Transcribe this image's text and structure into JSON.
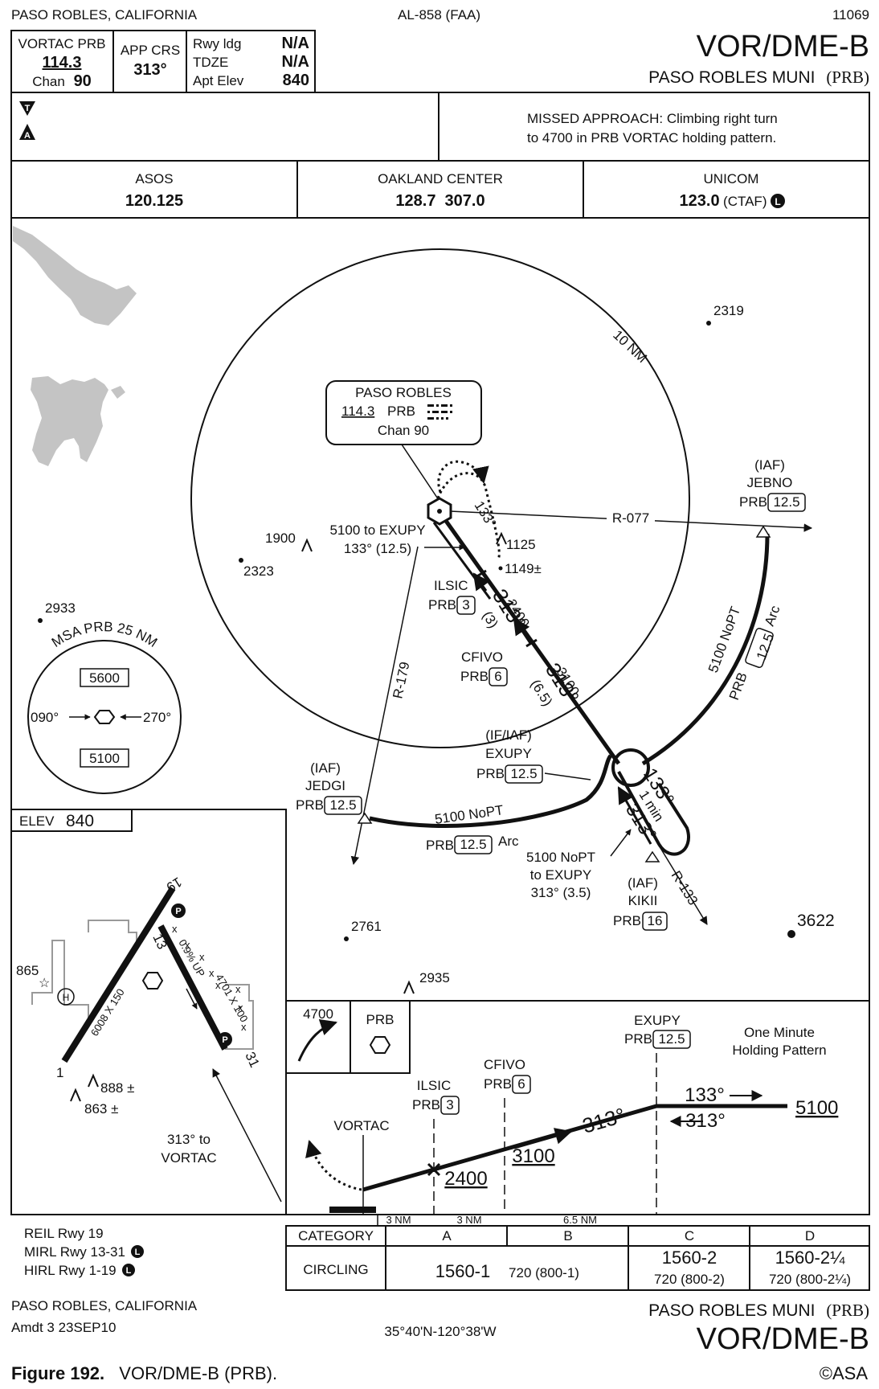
{
  "header": {
    "city": "PASO ROBLES, CALIFORNIA",
    "proc_id": "AL-858 (FAA)",
    "chart_no": "11069",
    "title": "VOR/DME-B",
    "airport": "PASO ROBLES MUNI",
    "airport_id": "(PRB)"
  },
  "briefing": {
    "vortac_label": "VORTAC PRB",
    "vortac_freq": "114.3",
    "chan_label": "Chan",
    "chan_value": "90",
    "app_crs_label": "APP CRS",
    "app_crs_value": "313°",
    "rwy_ldg_label": "Rwy ldg",
    "rwy_ldg_value": "N/A",
    "tdze_label": "TDZE",
    "tdze_value": "N/A",
    "apt_elev_label": "Apt Elev",
    "apt_elev_value": "840",
    "icon_t": "T",
    "icon_a": "A",
    "missed_line1": "MISSED APPROACH:  Climbing right turn",
    "missed_line2": "to 4700 in PRB VORTAC holding pattern."
  },
  "comms": [
    {
      "name": "ASOS",
      "freq": "120.125",
      "suffix": ""
    },
    {
      "name": "OAKLAND CENTER",
      "freq": "128.7  307.0",
      "suffix": ""
    },
    {
      "name": "UNICOM",
      "freq": "123.0",
      "suffix": " (CTAF)"
    }
  ],
  "plan": {
    "ring_label": "10 NM",
    "navaid_name": "PASO ROBLES",
    "navaid_freq": "114.3",
    "navaid_id": "PRB",
    "navaid_chan": "Chan 90",
    "r077": "R-077",
    "r179": "R-179",
    "r133": "R-133",
    "hold_crs": "133°",
    "exupy_note1": "5100 to EXUPY",
    "exupy_note2": "133° (12.5)",
    "obst_1125": "1125",
    "obst_1149": "1149±",
    "obst_1900": "1900",
    "obst_2323": "2323",
    "obst_2319": "2319",
    "obst_2933": "2933",
    "obst_2761": "2761",
    "obst_2935": "2935",
    "obst_3622": "3622",
    "alt_2400": "2400",
    "dist_3": "(3)",
    "alt_3100": "3100",
    "dist_65": "(6.5)",
    "crs_313": "313°",
    "ilsic": "ILSIC",
    "ilsic_dme": "PRB",
    "ilsic_dme_val": "3",
    "cfivo": "CFIVO",
    "cfivo_dme": "PRB",
    "cfivo_dme_val": "6",
    "iaf": "(IAF)",
    "jebno": "JEBNO",
    "jebno_dme": "PRB",
    "jebno_dme_val": "12.5",
    "arc_east_alt": "5100 NoPT",
    "arc_east_dme": "PRB",
    "arc_east_val": "12.5",
    "arc_word": "Arc",
    "if_iaf": "(IF/IAF)",
    "exupy": "EXUPY",
    "exupy_dme": "PRB",
    "exupy_dme_val": "12.5",
    "jedgi": "JEDGI",
    "jedgi_dme": "PRB",
    "jedgi_dme_val": "12.5",
    "arc_west_alt": "5100 NoPT",
    "arc_west_dme": "PRB",
    "arc_west_val": "12.5",
    "kikii": "KIKII",
    "kikii_dme": "PRB",
    "kikii_dme_val": "16",
    "kikii_note1": "5100 NoPT",
    "kikii_note2": "to EXUPY",
    "kikii_note3": "313° (3.5)",
    "hold_in": "133°",
    "hold_time": "1 min",
    "hold_out": "313°",
    "msa_title": "MSA PRB 25 NM",
    "msa_north": "5600",
    "msa_south": "5100",
    "msa_left": "090°",
    "msa_right": "270°"
  },
  "airport_diagram": {
    "elev_label": "ELEV",
    "elev_value": "840",
    "rwy19": "19",
    "rwy1": "1",
    "rwy13": "13",
    "rwy31": "31",
    "rwy_1_19_dims": "6008 X 150",
    "rwy_13_31_dims": "4701 X 100",
    "gradient": "0.9% UP",
    "obst_865": "865",
    "obst_888": "888 ±",
    "obst_863": "863 ±",
    "heli": "H",
    "p": "P",
    "crs_note1": "313° to",
    "crs_note2": "VORTAC",
    "lighting": [
      "REIL Rwy 19",
      "MIRL Rwy 13-31",
      "HIRL Rwy 1-19"
    ],
    "l": "L"
  },
  "profile": {
    "missed_alt": "4700",
    "missed_fix": "PRB",
    "exupy": "EXUPY",
    "exupy_dme": "PRB",
    "exupy_dme_val": "12.5",
    "hold_title1": "One Minute",
    "hold_title2": "Holding Pattern",
    "cfivo": "CFIVO",
    "cfivo_dme": "PRB",
    "cfivo_dme_val": "6",
    "ilsic": "ILSIC",
    "ilsic_dme": "PRB",
    "ilsic_dme_val": "3",
    "vortac": "VORTAC",
    "crs_out": "133°",
    "crs_in": "313°",
    "crs_desc": "313°",
    "alt_5100": "5100",
    "alt_3100": "3100",
    "alt_2400": "2400",
    "seg1": "3 NM",
    "seg2": "3 NM",
    "seg3": "6.5 NM"
  },
  "minimums": {
    "category_label": "CATEGORY",
    "cats": [
      "A",
      "B",
      "C",
      "D"
    ],
    "circling_label": "CIRCLING",
    "ab_main": "1560-1",
    "ab_sub": "720 (800-1)",
    "c_main": "1560-2",
    "c_sub": "720 (800-2)",
    "d_main": "1560-2¼",
    "d_sub": "720 (800-2¼)"
  },
  "footer": {
    "city": "PASO ROBLES, CALIFORNIA",
    "amdt": "Amdt 3  23SEP10",
    "coords": "35°40'N-120°38'W",
    "airport": "PASO ROBLES MUNI",
    "airport_id": "(PRB)",
    "title": "VOR/DME-B",
    "caption_bold": "Figure 192.",
    "caption_rest": "VOR/DME-B (PRB).",
    "copyright": "©ASA"
  }
}
